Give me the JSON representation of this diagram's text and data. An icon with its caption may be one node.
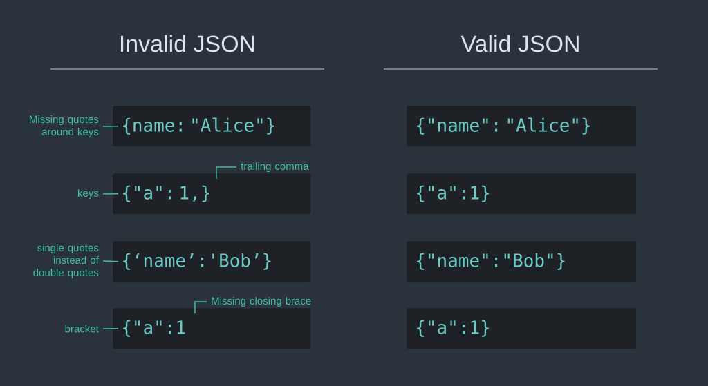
{
  "diagram": {
    "nodes": [
      {
        "text": [
          "{name: \"Alice\"}"
        ]
      },
      {
        "text": [
          "{\"a\": 1,}"
        ]
      },
      {
        "text": [
          "{‘name’:'Bob’}"
        ]
      },
      {
        "text": [
          "{\"a\":1"
        ]
      },
      {
        "text": [
          "{\"name\": \"Alice\"}"
        ]
      },
      {
        "text": [
          "{\"a\":1}"
        ]
      },
      {
        "text": [
          "{\"name\":\"Bob\"}"
        ]
      },
      {
        "text": [
          "{\"a\":1}"
        ]
      },
      {
        "text": [
          "Missing quotes around keys"
        ]
      },
      {
        "text": [
          "keys"
        ]
      },
      {
        "text": [
          "trailing comma"
        ]
      },
      {
        "text": [
          "single quotes instead of double quotes"
        ]
      },
      {
        "text": [
          "bracket"
        ]
      },
      {
        "text": [
          "Missing closing brace"
        ]
      }
    ],
    "edges": [
      {
        "from": 8,
        "to": 0,
        "arrow": "none"
      },
      {
        "from": 9,
        "to": 1,
        "arrow": "none"
      },
      {
        "from": 10,
        "to": 1,
        "arrow": "none"
      },
      {
        "from": 11,
        "to": 2,
        "arrow": "none"
      },
      {
        "from": 12,
        "to": 3,
        "arrow": "none"
      },
      {
        "from": 13,
        "to": 3,
        "arrow": "none"
      }
    ],
    "labels": [
      "Invalid JSON",
      "Valid JSON"
    ]
  }
}
